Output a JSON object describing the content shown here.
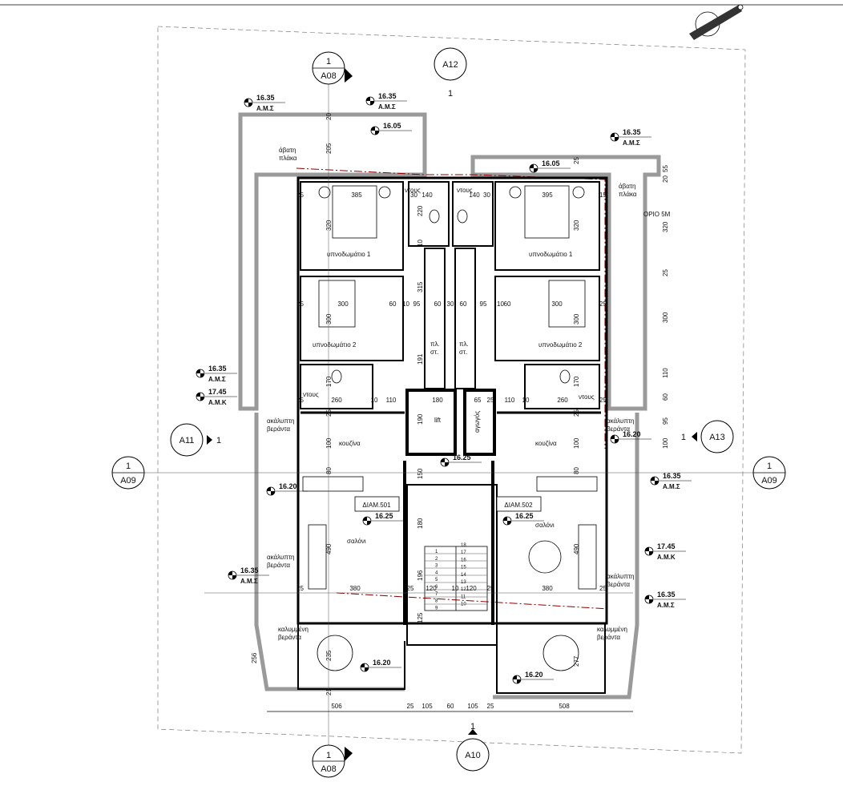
{
  "sections": [
    {
      "id": "section-a08-top",
      "number": "1",
      "sheet": "A08"
    },
    {
      "id": "section-a08-bottom",
      "number": "1",
      "sheet": "A08"
    },
    {
      "id": "section-a09-left",
      "number": "1",
      "sheet": "A09"
    },
    {
      "id": "section-a09-right",
      "number": "1",
      "sheet": "A09"
    }
  ],
  "elevations": [
    {
      "id": "elev-a12",
      "sheet": "A12",
      "number": "1"
    },
    {
      "id": "elev-a11",
      "sheet": "A11",
      "number": "1"
    },
    {
      "id": "elev-a13",
      "sheet": "A13",
      "number": "1"
    },
    {
      "id": "elev-a10",
      "sheet": "A10",
      "number": "1"
    }
  ],
  "levels": [
    {
      "value": "16.35",
      "tag": "Α.Μ.Σ"
    },
    {
      "value": "16.35",
      "tag": "Α.Μ.Σ"
    },
    {
      "value": "16.05",
      "tag": ""
    },
    {
      "value": "16.35",
      "tag": "Α.Μ.Σ"
    },
    {
      "value": "16.05",
      "tag": ""
    },
    {
      "value": "16.35",
      "tag": "Α.Μ.Σ"
    },
    {
      "value": "17.45",
      "tag": "Α.Μ.Κ"
    },
    {
      "value": "16.20",
      "tag": ""
    },
    {
      "value": "16.20",
      "tag": ""
    },
    {
      "value": "16.25",
      "tag": ""
    },
    {
      "value": "16.35",
      "tag": "Α.Μ.Σ"
    },
    {
      "value": "16.25",
      "tag": ""
    },
    {
      "value": "16.25",
      "tag": ""
    },
    {
      "value": "17.45",
      "tag": "Α.Μ.Κ"
    },
    {
      "value": "16.35",
      "tag": "Α.Μ.Σ"
    },
    {
      "value": "16.35",
      "tag": "Α.Μ.Σ"
    },
    {
      "value": "16.20",
      "tag": ""
    },
    {
      "value": "16.20",
      "tag": ""
    }
  ],
  "rooms": {
    "roof_slab": "άβατη\nπλάκα",
    "roof_slab_right": "άβατη\nπλάκα",
    "shower": "ντους",
    "bedroom1": "υπνοδωμάτιο 1",
    "bedroom2": "υπνοδωμάτιο 2",
    "storage": "πλ.\nστ.",
    "lift": "lift",
    "shaft": "αγωγός",
    "open_veranda": "ακάλυπτη\nβεράντα",
    "kitchen": "κουζίνα",
    "living": "σαλόνι",
    "covered_veranda": "καλυμμένη\nβεράντα",
    "apt_left": "ΔΙΑΜ.501",
    "apt_right": "ΔΙΑΜ.502",
    "setback": "ΟΡΙΟ 5Μ"
  },
  "dims": {
    "bed1_left": "385",
    "bed1_right": "395",
    "shower_w": "140",
    "top_d": [
      "25",
      "30",
      "30",
      "15"
    ],
    "v320": "320",
    "v220": "220",
    "v10": "10",
    "bed2_row": [
      "25",
      "300",
      "60",
      "10",
      "95",
      "60",
      "30",
      "60",
      "95",
      "10",
      "60",
      "300",
      "25"
    ],
    "v315": "315",
    "v191": "191",
    "v170": "170",
    "v300": "300",
    "bath_row": [
      "25",
      "260",
      "10",
      "110",
      "180",
      "65",
      "25",
      "110",
      "10",
      "260",
      "25"
    ],
    "lift_h": "190",
    "v25": "25",
    "v100": "100",
    "v80": "80",
    "v150": "150",
    "v180": "180",
    "v490": "490",
    "v196": "196",
    "v125": "125",
    "living_row": [
      "25",
      "380",
      "25",
      "120",
      "10",
      "120",
      "25",
      "380",
      "25"
    ],
    "v235": "235",
    "v277": "277",
    "v256": "256",
    "v21": "21",
    "bottom_row": [
      "506",
      "25",
      "105",
      "60",
      "105",
      "25",
      "508"
    ],
    "left_top": [
      "20",
      "205"
    ],
    "right_col": [
      "25",
      "55",
      "20",
      "320",
      "25",
      "300",
      "110",
      "60",
      "95",
      "100"
    ],
    "stairs_up": [
      "1",
      "2",
      "3",
      "4",
      "5",
      "6",
      "7",
      "8",
      "9"
    ],
    "stairs_down": [
      "18",
      "17",
      "16",
      "15",
      "14",
      "13",
      "12",
      "11",
      "10"
    ]
  }
}
